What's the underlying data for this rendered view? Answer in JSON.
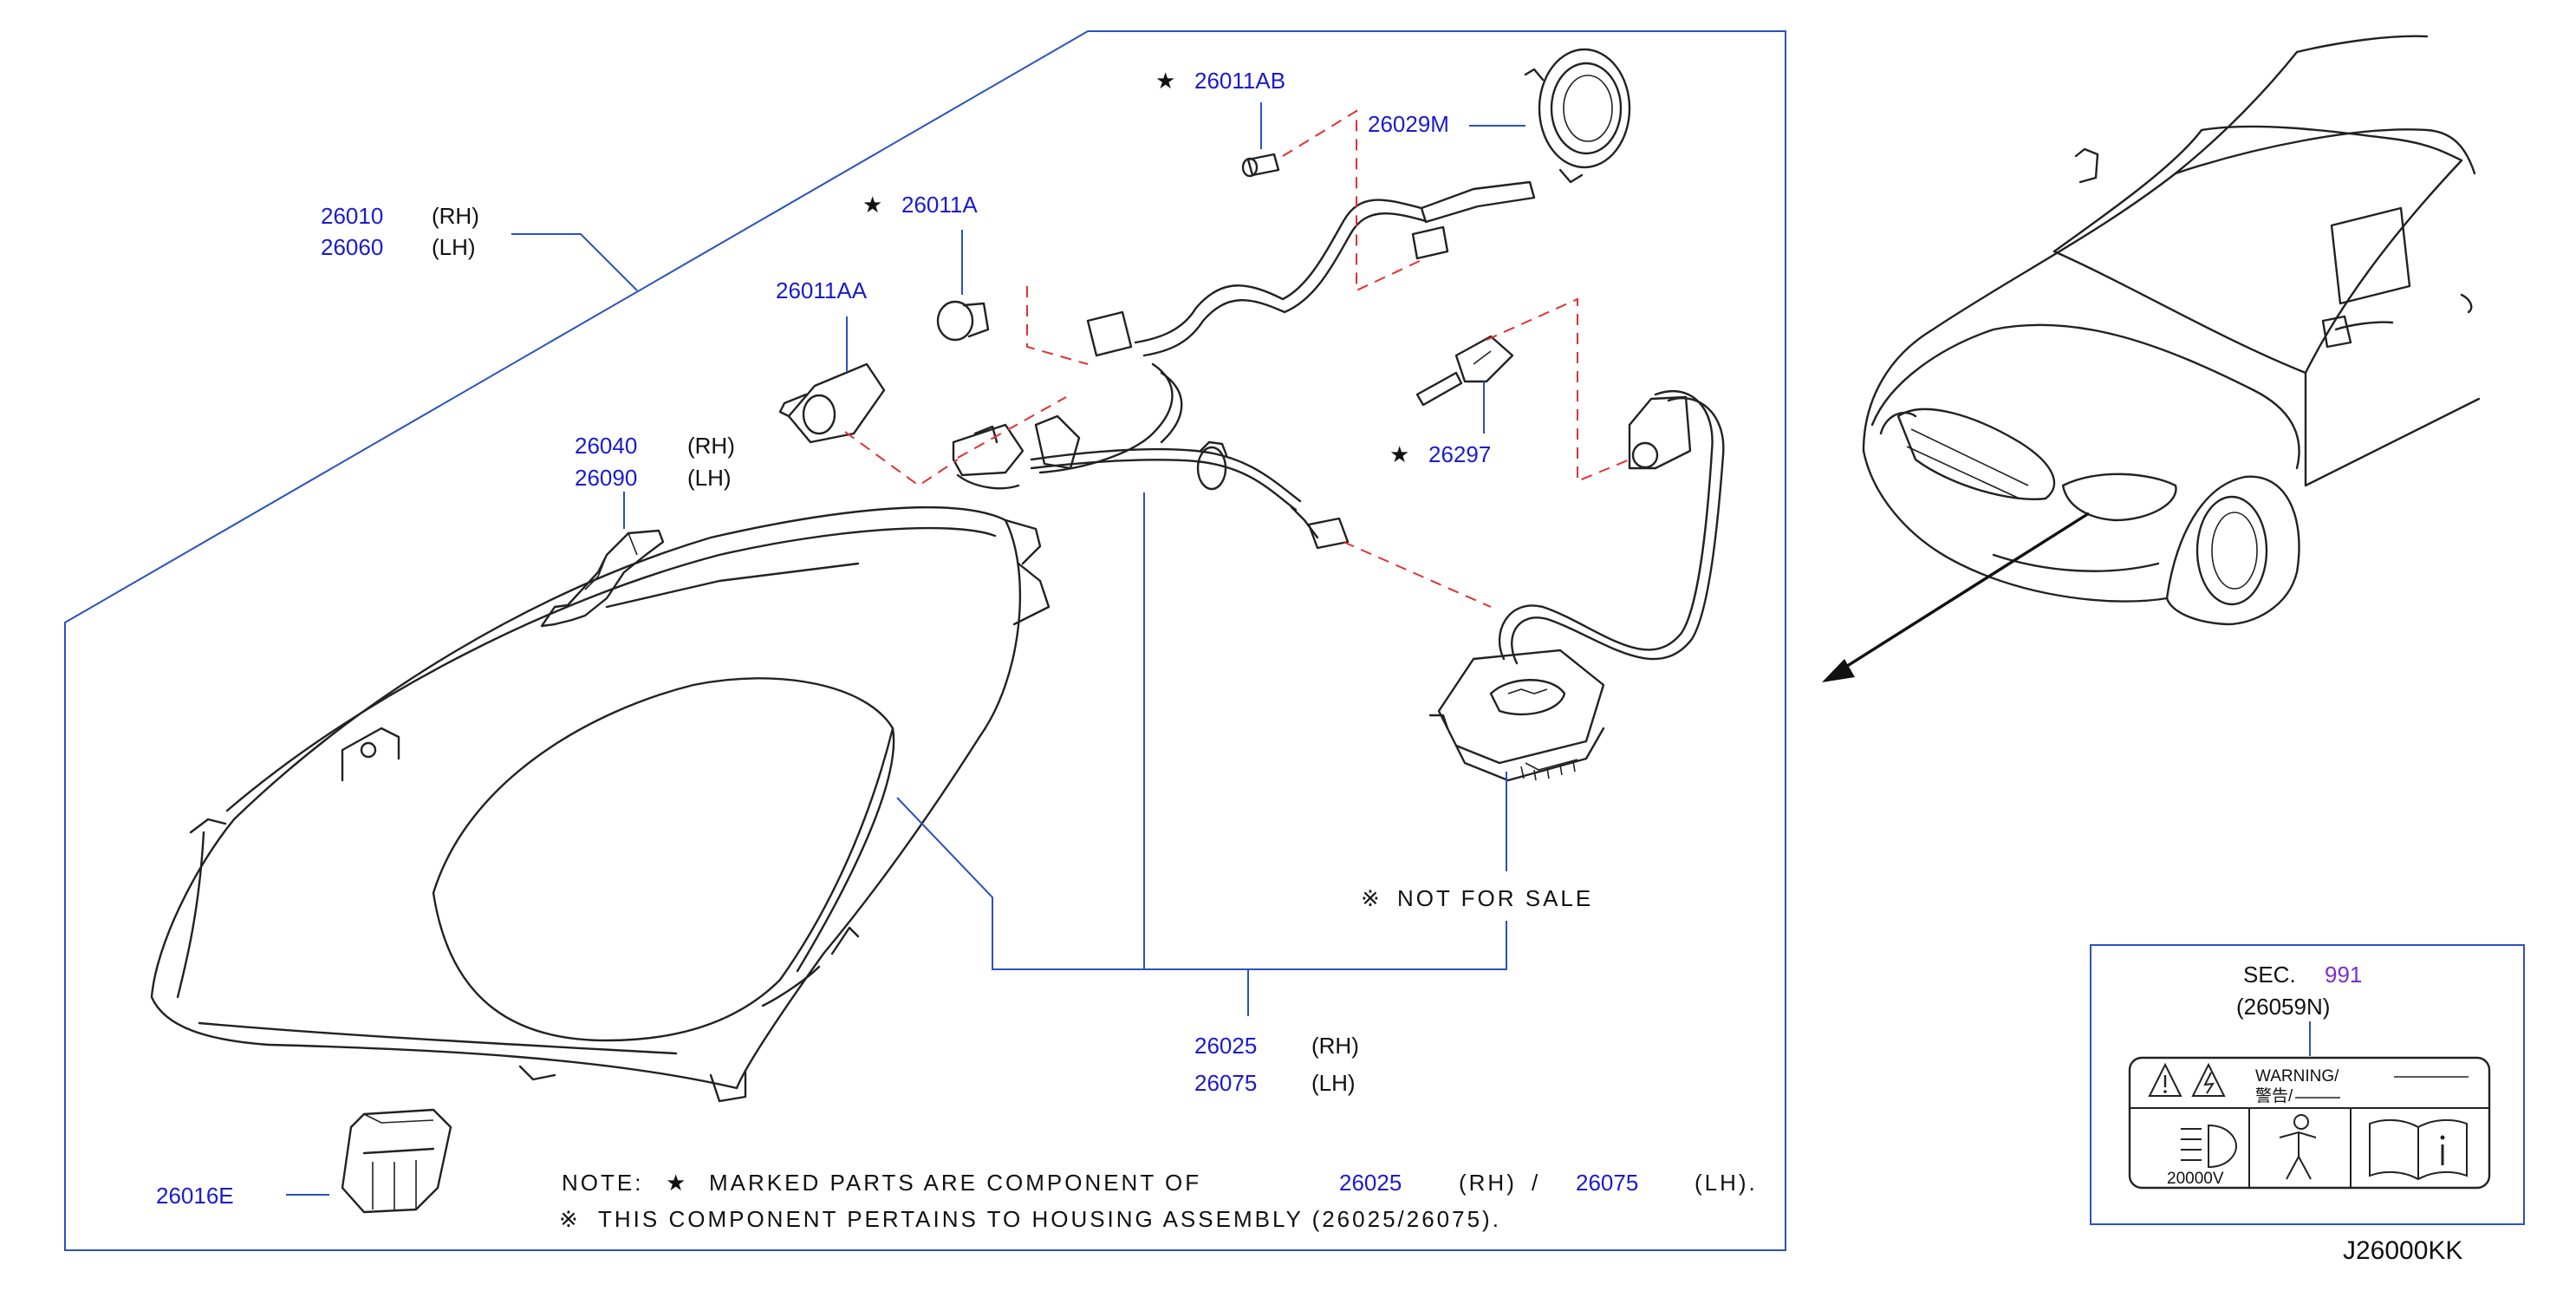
{
  "diagram": {
    "code": "J26000KK",
    "labels": {
      "housing": {
        "rh_part": "26010",
        "rh_side": "(RH)",
        "lh_part": "26060",
        "lh_side": "(LH)"
      },
      "bracket": {
        "rh_part": "26040",
        "rh_side": "(RH)",
        "lh_part": "26090",
        "lh_side": "(LH)"
      },
      "bulb_aa": {
        "part": "26011AA"
      },
      "bulb_a": {
        "star": "★",
        "part": "26011A"
      },
      "bulb_ab": {
        "star": "★",
        "part": "26011AB"
      },
      "cap": {
        "part": "26029M"
      },
      "xenon_bulb": {
        "star": "★",
        "part": "26297"
      },
      "not_for_sale": {
        "mark": "※",
        "text": "NOT FOR SALE"
      },
      "harness": {
        "rh_part": "26025",
        "rh_side": "(RH)",
        "lh_part": "26075",
        "lh_side": "(LH)"
      },
      "cover": {
        "part": "26016E"
      }
    },
    "note": {
      "line1_prefix": "NOTE:",
      "line1_star": "★",
      "line1_text": "MARKED PARTS ARE COMPONENT OF",
      "line1_rh_part": "26025",
      "line1_rh_side": "(RH)",
      "line1_slash": "/",
      "line1_lh_part": "26075",
      "line1_lh_side": "(LH).",
      "line2_mark": "※",
      "line2_text": "THIS COMPONENT PERTAINS TO HOUSING ASSEMBLY (26025/26075)."
    },
    "sec_box": {
      "sec_label": "SEC.",
      "sec_number": "991",
      "part": "(26059N)",
      "warning_text": "WARNING/",
      "warning_jp": "警告/",
      "voltage": "20000V"
    },
    "colors": {
      "part_number": "#1a1ad0",
      "leader": "#2a52be",
      "dashed": "#e23030",
      "sec_number": "#7a2fd0"
    }
  }
}
